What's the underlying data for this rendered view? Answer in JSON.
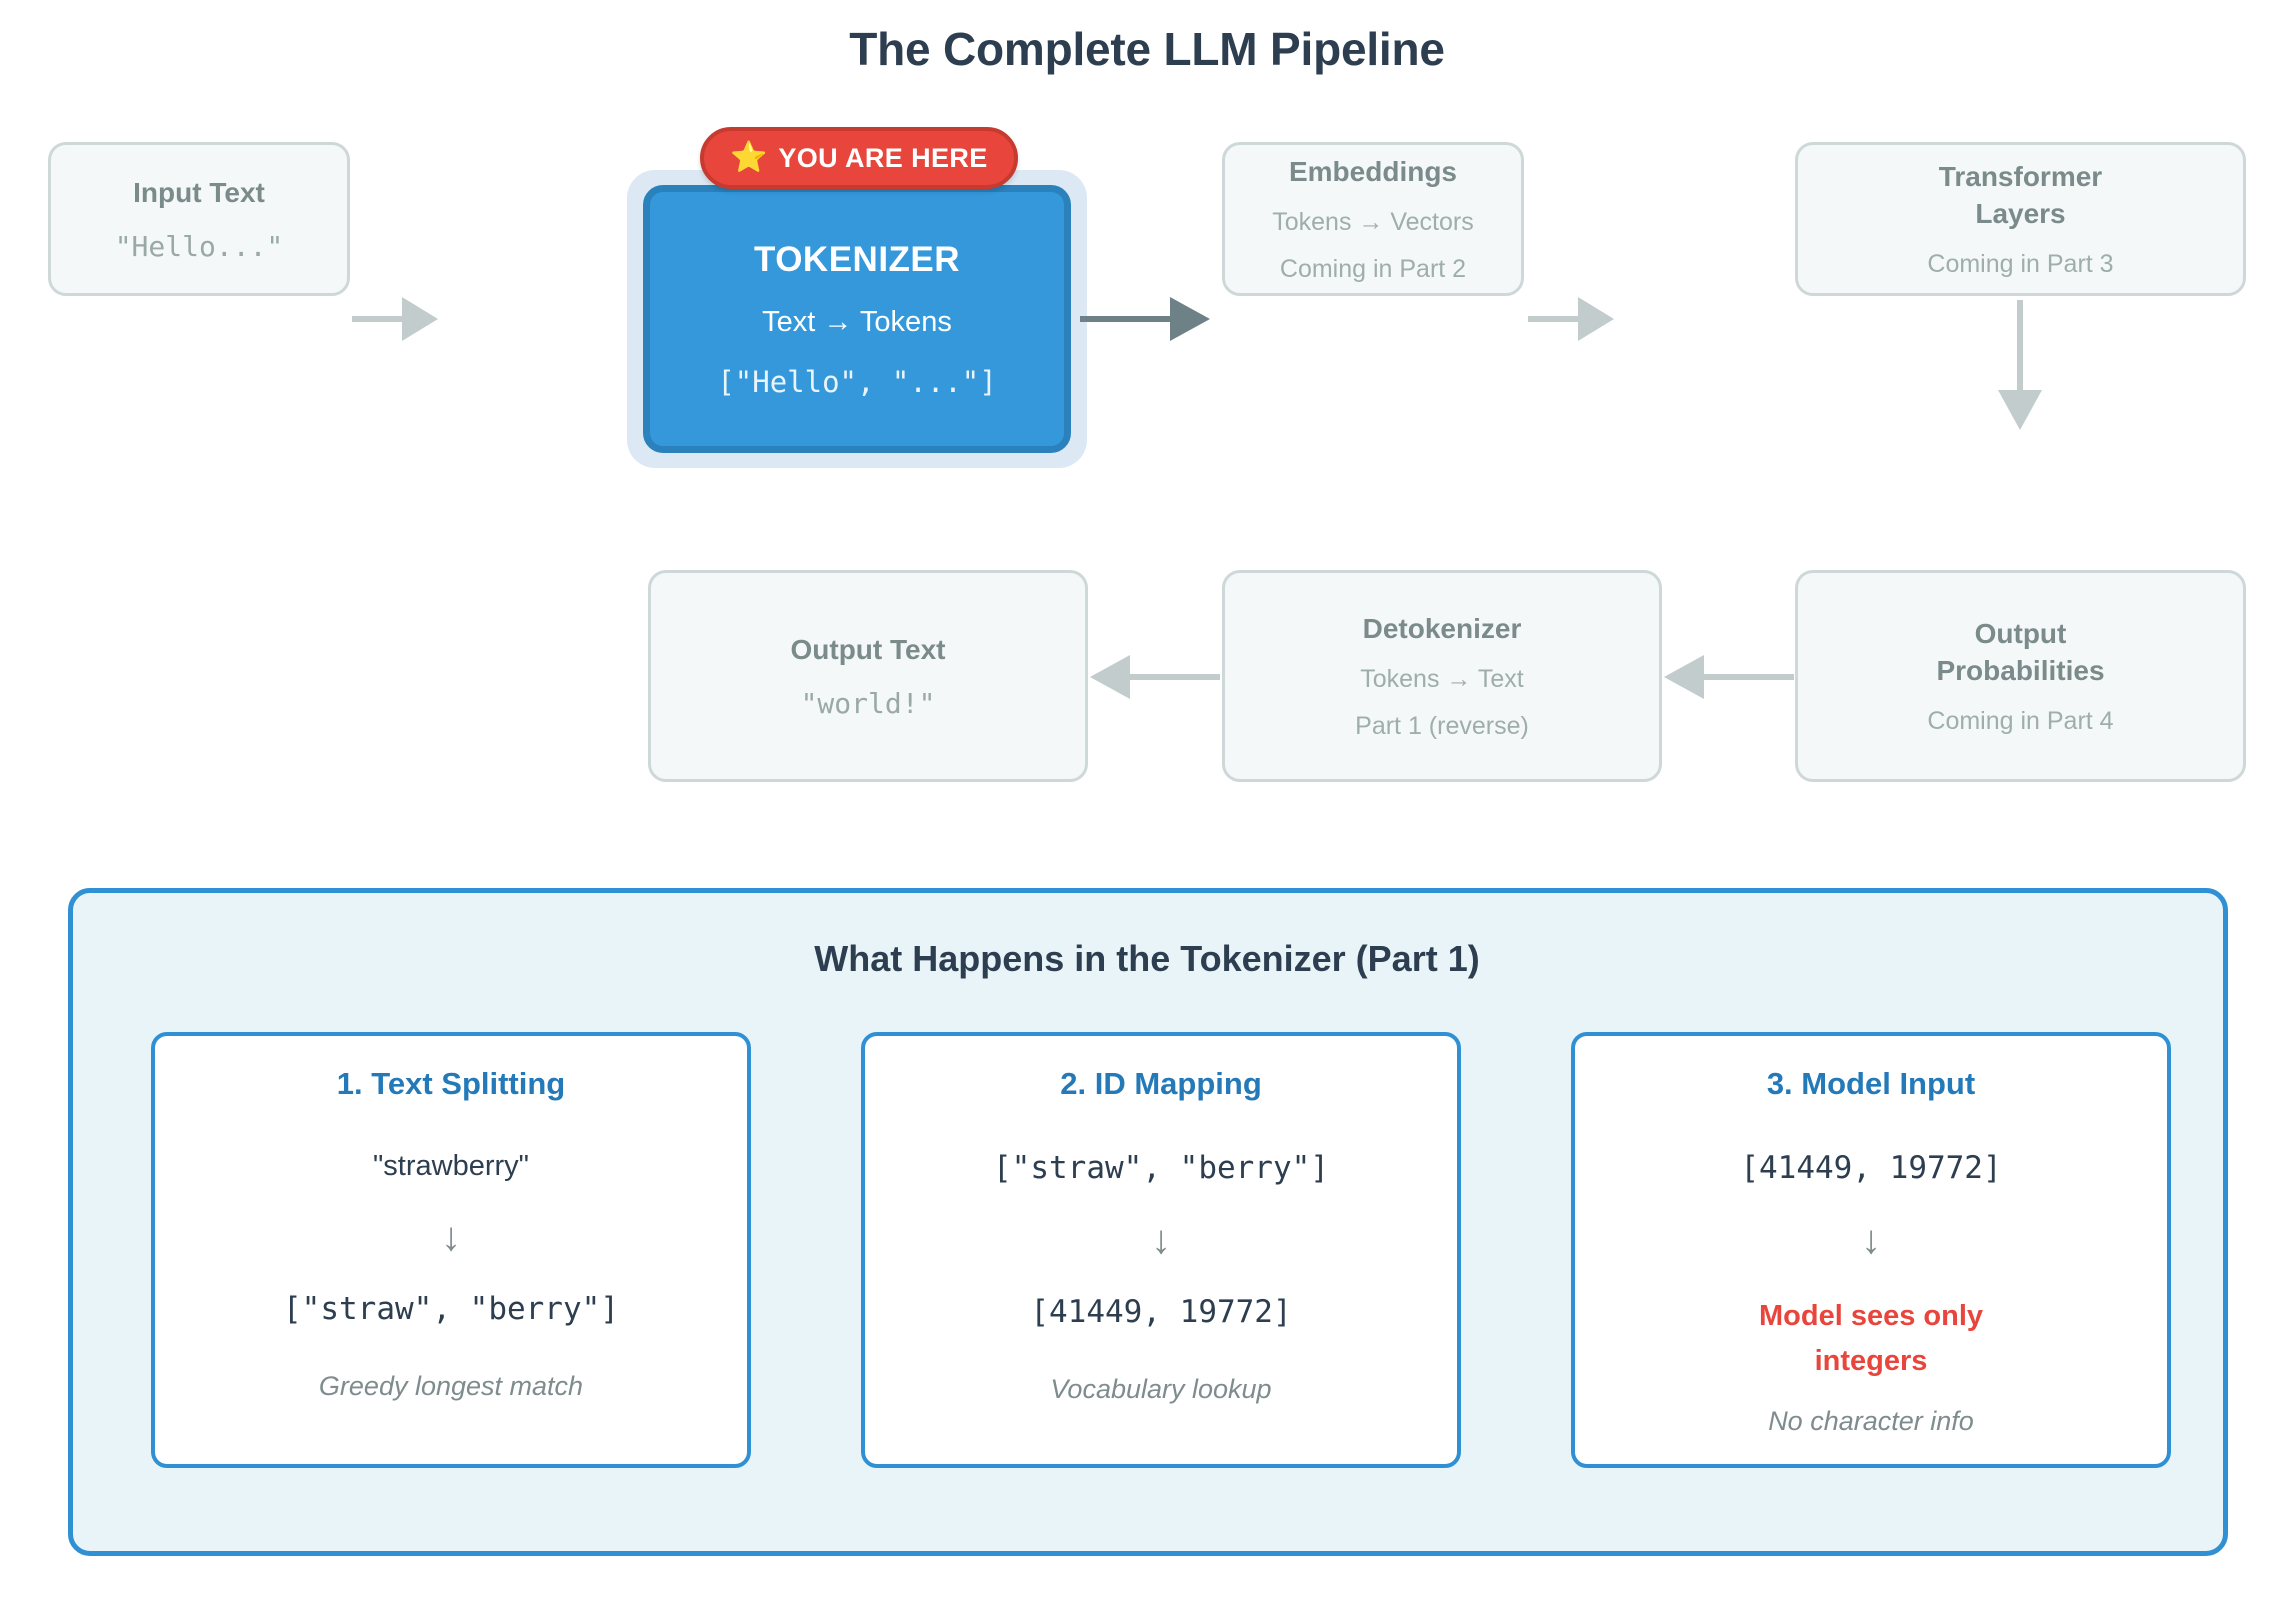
{
  "title": "The Complete LLM Pipeline",
  "badge": {
    "icon": "star-icon",
    "glyph": "⭐",
    "label": "YOU ARE HERE"
  },
  "pipeline": {
    "input_text": {
      "title": "Input Text",
      "mono": "\"Hello...\""
    },
    "tokenizer": {
      "title": "TOKENIZER",
      "subtitle": "Text → Tokens",
      "mono": "[\"Hello\", \"...\"]"
    },
    "embeddings": {
      "title": "Embeddings",
      "subtitle": "Tokens → Vectors",
      "note": "Coming in Part 2"
    },
    "transformer": {
      "title": "Transformer Layers",
      "note": "Coming in Part 3"
    },
    "output_probs": {
      "title": "Output Probabilities",
      "note": "Coming in Part 4"
    },
    "detokenizer": {
      "title": "Detokenizer",
      "subtitle": "Tokens → Text",
      "note": "Part 1 (reverse)"
    },
    "output_text": {
      "title": "Output Text",
      "mono": "\"world!\""
    }
  },
  "detail": {
    "heading": "What Happens in the Tokenizer (Part 1)",
    "arrow_glyph": "↓",
    "cards": [
      {
        "title": "1. Text Splitting",
        "from": "\"strawberry\"",
        "to": "[\"straw\", \"berry\"]",
        "note": "Greedy longest match"
      },
      {
        "title": "2. ID Mapping",
        "from": "[\"straw\", \"berry\"]",
        "to": "[41449, 19772]",
        "note": "Vocabulary lookup"
      },
      {
        "title": "3. Model Input",
        "from": "[41449, 19772]",
        "to": "Model sees only integers",
        "note": "No character info"
      }
    ]
  },
  "colors": {
    "title_text": "#2c3e50",
    "accent_blue": "#3498db",
    "panel_border_blue": "#2f90d4",
    "panel_fill": "#e8f4f8",
    "badge_red": "#e8453c",
    "warn_red": "#e8453c",
    "box_fill": "#f4f8f8",
    "box_border": "#ced8d8",
    "muted_text": "#7b8a8a",
    "arrow_light": "#c2cccc",
    "arrow_dark": "#6e8186"
  }
}
